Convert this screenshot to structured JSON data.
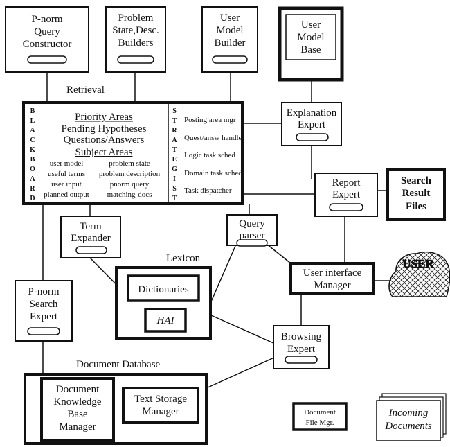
{
  "modules": {
    "pnorm_query_constructor": [
      "P-norm",
      "Query",
      "Constructor"
    ],
    "problem_state_builders": [
      "Problem",
      "State,Desc.",
      "Builders"
    ],
    "user_model_builder": [
      "User",
      "Model",
      "Builder"
    ],
    "user_model_base": [
      "User",
      "Model",
      "Base"
    ],
    "explanation_expert": [
      "Explanation",
      "Expert"
    ],
    "report_expert": [
      "Report",
      "Expert"
    ],
    "search_result_files": [
      "Search",
      "Result",
      "Files"
    ],
    "term_expander": [
      "Term",
      "Expander"
    ],
    "query_parser": [
      "Query",
      "parser"
    ],
    "user_interface_manager": [
      "User interface",
      "Manager"
    ],
    "user": "USER",
    "pnorm_search_expert": [
      "P-norm",
      "Search",
      "Expert"
    ],
    "browsing_expert": [
      "Browsing",
      "Expert"
    ],
    "dictionaries": "Dictionaries",
    "hai": "HAI",
    "document_kb_manager": [
      "Document",
      "Knowledge",
      "Base",
      "Manager"
    ],
    "text_storage_manager": [
      "Text Storage",
      "Manager"
    ],
    "document_file_mgr": [
      "Document",
      "File Mgr."
    ],
    "incoming_documents": [
      "Incoming",
      "Documents"
    ]
  },
  "labels": {
    "retrieval": "Retrieval",
    "lexicon": "Lexicon",
    "document_database": "Document  Database"
  },
  "blackboard": {
    "vertical_left": [
      "B",
      "L",
      "A",
      "C",
      "K",
      "B",
      "O",
      "A",
      "R",
      "D"
    ],
    "priority_heading": "Priority Areas",
    "priority_items": [
      "Pending Hypotheses",
      "Questions/Answers"
    ],
    "subject_heading": "Subject Areas",
    "subject_rows": [
      [
        "user model",
        "problem state"
      ],
      [
        "useful terms",
        "problem description"
      ],
      [
        "user input",
        "pnorm query"
      ],
      [
        "planned output",
        "matching-docs"
      ]
    ]
  },
  "strategist": {
    "vertical": [
      "S",
      "T",
      "R",
      "A",
      "T",
      "E",
      "G",
      "I",
      "S",
      "T"
    ],
    "items": [
      "Posting area mgr",
      "Quest/answ handler",
      "Logic task sched",
      "Domain task sched",
      "Task dispatcher"
    ]
  }
}
